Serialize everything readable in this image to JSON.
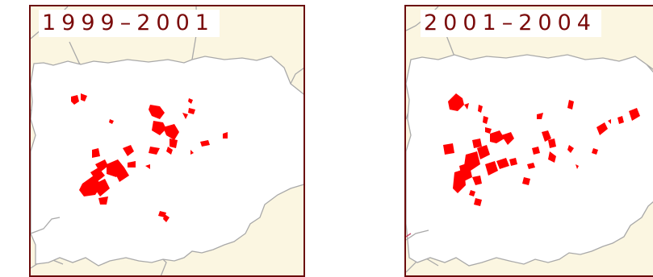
{
  "panels": [
    {
      "id": "left",
      "period": "1999–2001"
    },
    {
      "id": "right",
      "period": "2001–2004"
    }
  ],
  "colors": {
    "frame": "#6b0c0c",
    "label_text": "#7a0a0a",
    "outside_region": "#fbf6e1",
    "focus_region": "#ffffff",
    "boundaries": "#a9a9a9",
    "parcels": "#ff0000"
  }
}
